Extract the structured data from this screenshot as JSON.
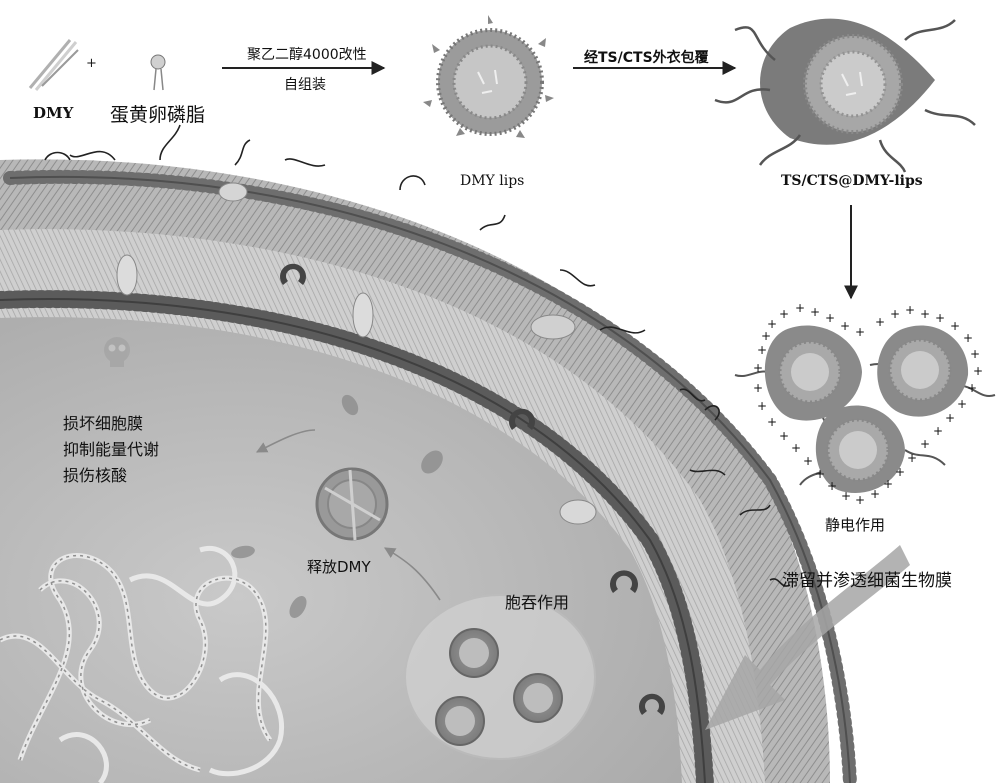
{
  "top_row": {
    "dmy_label": "DMY",
    "plus": "+",
    "lecithin_label": "蛋黄卵磷脂",
    "arrow1_top": "聚乙二醇4000改性",
    "arrow1_bottom": "自组装",
    "dmy_lips_label": "DMY lips",
    "arrow2_top": "经TS/CTS外衣包覆",
    "coated_label": "TS/CTS@DMY-lips"
  },
  "right_column": {
    "electrostatic_label": "静电作用",
    "charge_symbol": "+",
    "retain_label": "滞留并渗透细菌生物膜"
  },
  "cell": {
    "effects": [
      "损坏细胞膜",
      "抑制能量代谢",
      "损伤核酸"
    ],
    "release_label": "释放DMY",
    "endocytosis_label": "胞吞作用"
  }
}
